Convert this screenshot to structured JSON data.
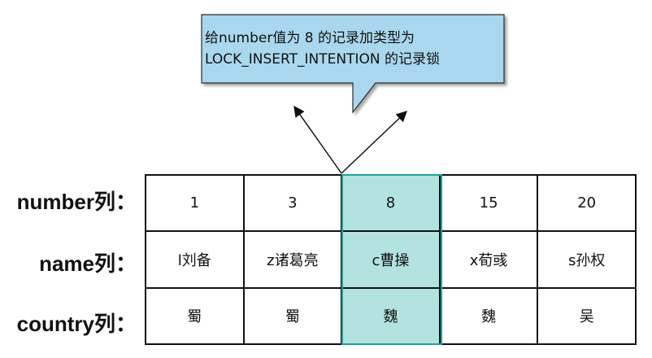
{
  "callout": {
    "line1": "给number值为 8 的记录加类型为",
    "line2": "LOCK_INSERT_INTENTION 的记录锁",
    "fill": "#a9d8ee",
    "stroke": "#2b2b2b"
  },
  "row_labels": {
    "number": "number列：",
    "name": "name列：",
    "country": "country列："
  },
  "table": {
    "highlight_color": "#b2e3e1",
    "highlight_border": "#1fa39c",
    "highlight_index": 2,
    "number": [
      "1",
      "3",
      "8",
      "15",
      "20"
    ],
    "name": [
      "l刘备",
      "z诸葛亮",
      "c曹操",
      "x荀彧",
      "s孙权"
    ],
    "country": [
      "蜀",
      "蜀",
      "魏",
      "魏",
      "吴"
    ]
  }
}
